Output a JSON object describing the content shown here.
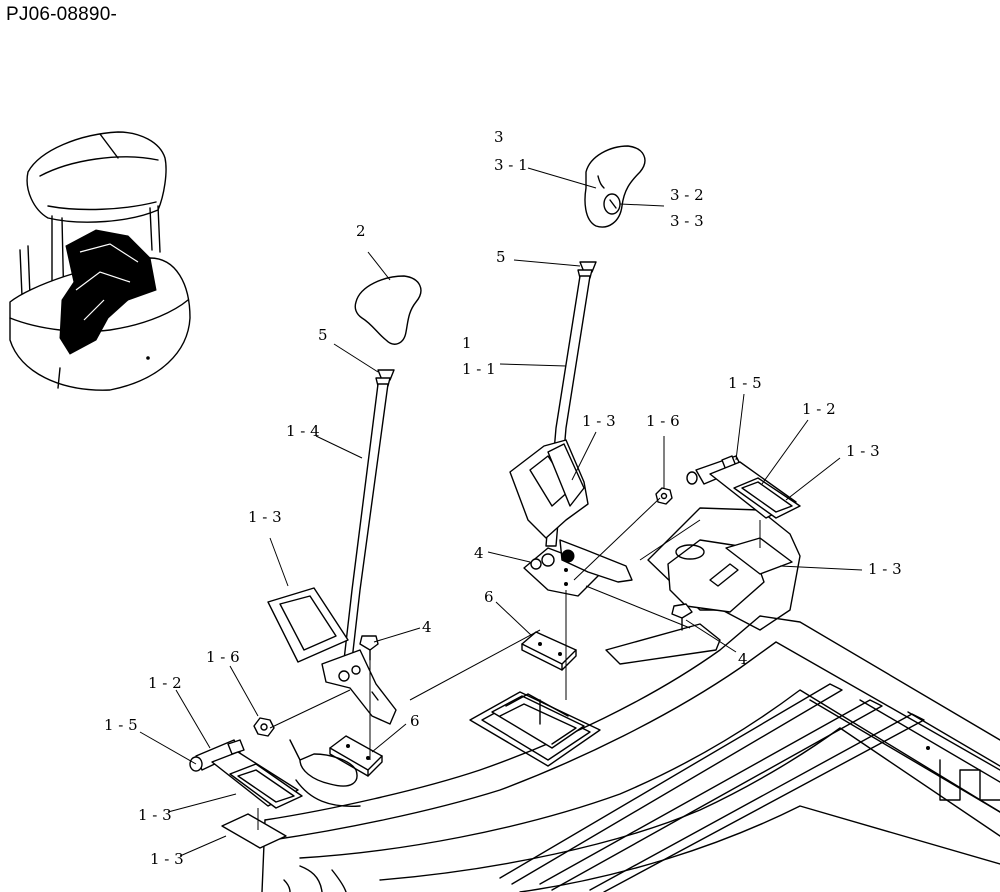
{
  "drawing_id": "PJ06-08890-",
  "callouts": {
    "c3": "3",
    "c3_1": "3 - 1",
    "c3_2": "3 - 2",
    "c3_3": "3 - 3",
    "c2": "2",
    "c5a": "5",
    "c5b": "5",
    "c1": "1",
    "c1_1": "1 - 1",
    "c1_4": "1 - 4",
    "c1_3a": "1 - 3",
    "c1_3b": "1 - 3",
    "c1_3c": "1 - 3",
    "c1_3d": "1 - 3",
    "c1_3e": "1 - 3",
    "c1_3f": "1 - 3",
    "c1_6a": "1 - 6",
    "c1_6b": "1 - 6",
    "c1_5a": "1 - 5",
    "c1_5b": "1 - 5",
    "c1_2a": "1 - 2",
    "c1_2b": "1 - 2",
    "c4a": "4",
    "c4b": "4",
    "c4c": "4",
    "c6a": "6",
    "c6b": "6"
  }
}
